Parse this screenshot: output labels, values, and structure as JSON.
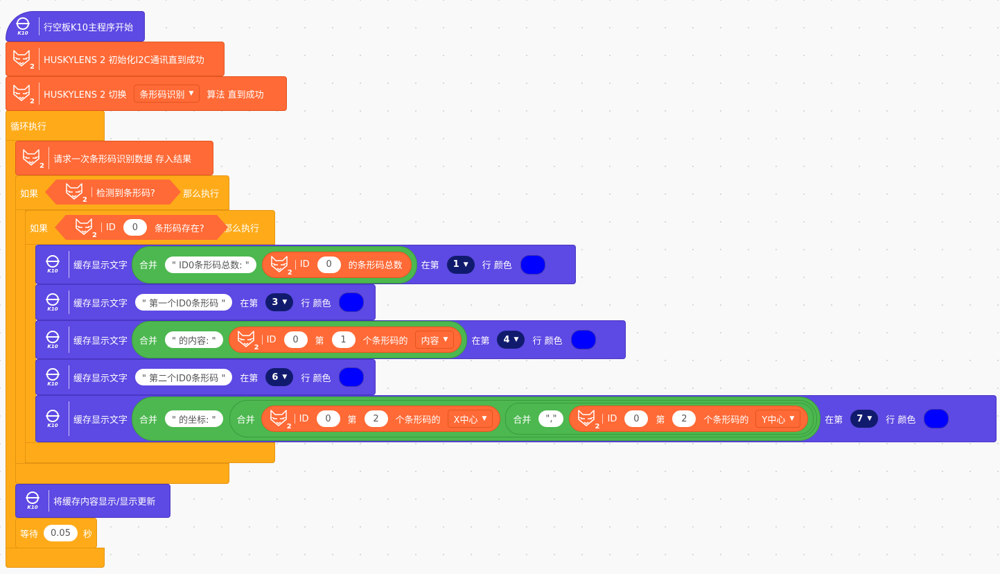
{
  "main_start": {
    "label": "行空板K10主程序开始",
    "icon": "k10-icon",
    "icon_label": "K10"
  },
  "hl_init": {
    "label": "HUSKYLENS 2 初始化I2C通讯直到成功"
  },
  "hl_switch": {
    "prefix": "HUSKYLENS 2 切换",
    "algorithm": "条形码识别",
    "suffix": "算法 直到成功"
  },
  "loop": {
    "label": "循环执行"
  },
  "request": {
    "label": "请求一次条形码识别数据 存入结果"
  },
  "if1": {
    "if_label": "如果",
    "condition": "检测到条形码?",
    "then_label": "那么执行"
  },
  "if2": {
    "if_label": "如果",
    "id_label": "ID",
    "id_value": "0",
    "condition": "条形码存在?",
    "then_label": "那么执行"
  },
  "cache": {
    "label": "缓存显示文字",
    "merge": "合并",
    "row_prefix": "在第",
    "row_suffix": "行 颜色",
    "color": "#0000ff"
  },
  "rows": {
    "r1": {
      "text": "\" ID0条形码总数: \"",
      "id_label": "ID",
      "id_value": "0",
      "suffix": "的条形码总数",
      "line": "1"
    },
    "r2": {
      "text": "\" 第一个ID0条形码 \"",
      "line": "3"
    },
    "r3": {
      "text": "\" 的内容: \"",
      "id_label": "ID",
      "id_value": "0",
      "nth_label": "第",
      "nth_value": "1",
      "of_label": "个条形码的",
      "field": "内容",
      "line": "4"
    },
    "r4": {
      "text": "\" 第二个ID0条形码 \"",
      "line": "6"
    },
    "r5": {
      "text": "\" 的坐标: \"",
      "id_label": "ID",
      "id_value": "0",
      "nth_label": "第",
      "nth_value": "2",
      "of_label": "个条形码的",
      "field_x": "X中心",
      "sep": "\",\"",
      "field_y": "Y中心",
      "line": "7"
    }
  },
  "update": {
    "label": "将缓存内容显示/显示更新"
  },
  "wait": {
    "label": "等待",
    "value": "0.05",
    "unit": "秒"
  }
}
